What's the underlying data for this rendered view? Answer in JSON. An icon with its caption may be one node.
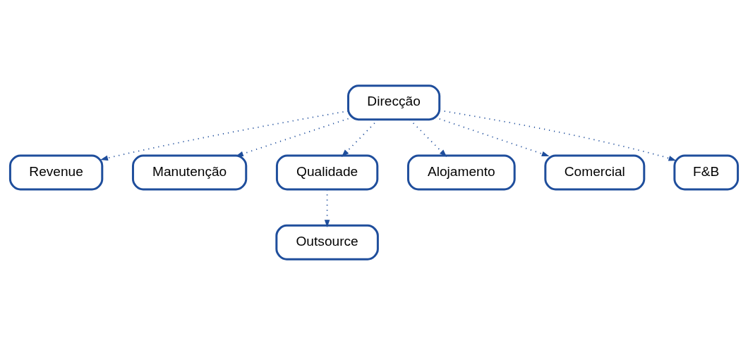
{
  "diagram": {
    "nodes": [
      {
        "text": [
          "Direcção"
        ]
      },
      {
        "text": [
          "Revenue"
        ]
      },
      {
        "text": [
          "Manutenção"
        ]
      },
      {
        "text": [
          "Qualidade"
        ]
      },
      {
        "text": [
          "Alojamento"
        ]
      },
      {
        "text": [
          "Comercial"
        ]
      },
      {
        "text": [
          "F&B"
        ]
      },
      {
        "text": [
          "Outsource"
        ]
      }
    ],
    "edges": [
      {
        "from": 0,
        "to": 1,
        "arrow": "to",
        "style": "dashed"
      },
      {
        "from": 0,
        "to": 3,
        "arrow": "to",
        "style": "dashed"
      },
      {
        "from": 0,
        "to": 4,
        "arrow": "to",
        "style": "dashed"
      },
      {
        "from": 0,
        "to": 5,
        "arrow": "to",
        "style": "dashed"
      },
      {
        "from": 0,
        "to": 2,
        "arrow": "to",
        "style": "dashed"
      },
      {
        "from": 0,
        "to": 6,
        "arrow": "to",
        "style": "dashed"
      },
      {
        "from": 3,
        "to": 7,
        "arrow": "to",
        "style": "dashed"
      }
    ]
  }
}
